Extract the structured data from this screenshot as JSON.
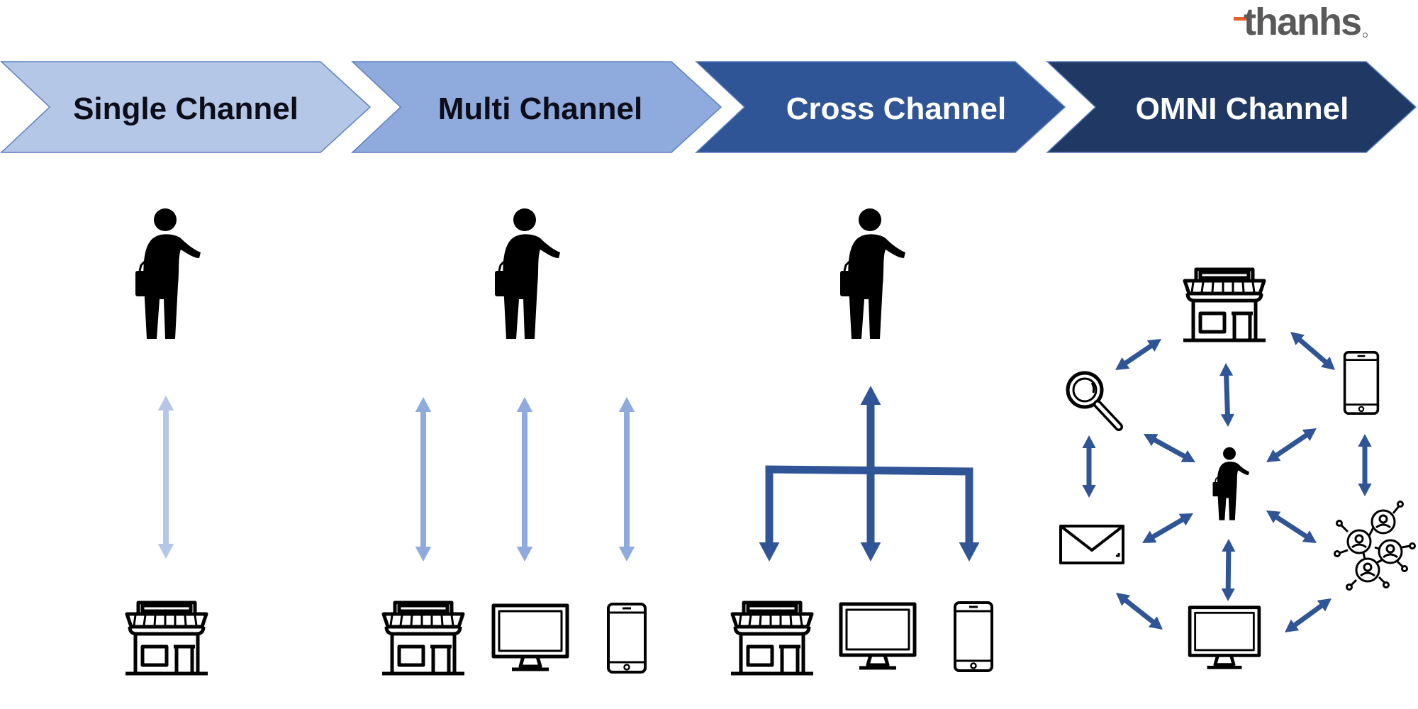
{
  "logo": {
    "text": "thanhs",
    "dash_color": "#e8602c",
    "text_color": "#595959"
  },
  "stages": [
    {
      "label": "Single Channel",
      "fill": "#b4c7e7",
      "text_color": "#0d0d1a"
    },
    {
      "label": "Multi Channel",
      "fill": "#8faadc",
      "text_color": "#0d0d1a"
    },
    {
      "label": "Cross Channel",
      "fill": "#2f5597",
      "text_color": "#ffffff"
    },
    {
      "label": "OMNI Channel",
      "fill": "#203864",
      "text_color": "#ffffff"
    }
  ],
  "icons": {
    "customer": "person-with-bag-icon",
    "store": "store-icon",
    "computer": "desktop-computer-icon",
    "phone": "smartphone-icon",
    "search": "magnifier-icon",
    "email": "envelope-icon",
    "social": "social-network-icon"
  },
  "panels": {
    "single": {
      "touchpoints": [
        "store"
      ],
      "arrow_color": "#b4c7e7",
      "relation": "separate"
    },
    "multi": {
      "touchpoints": [
        "store",
        "computer",
        "phone"
      ],
      "arrow_color": "#8faadc",
      "relation": "separate"
    },
    "cross": {
      "touchpoints": [
        "store",
        "computer",
        "phone"
      ],
      "arrow_color": "#2f5597",
      "relation": "branching"
    },
    "omni": {
      "touchpoints": [
        "store",
        "phone",
        "social",
        "computer",
        "email",
        "search"
      ],
      "arrow_color": "#2f5597",
      "relation": "connected"
    }
  }
}
